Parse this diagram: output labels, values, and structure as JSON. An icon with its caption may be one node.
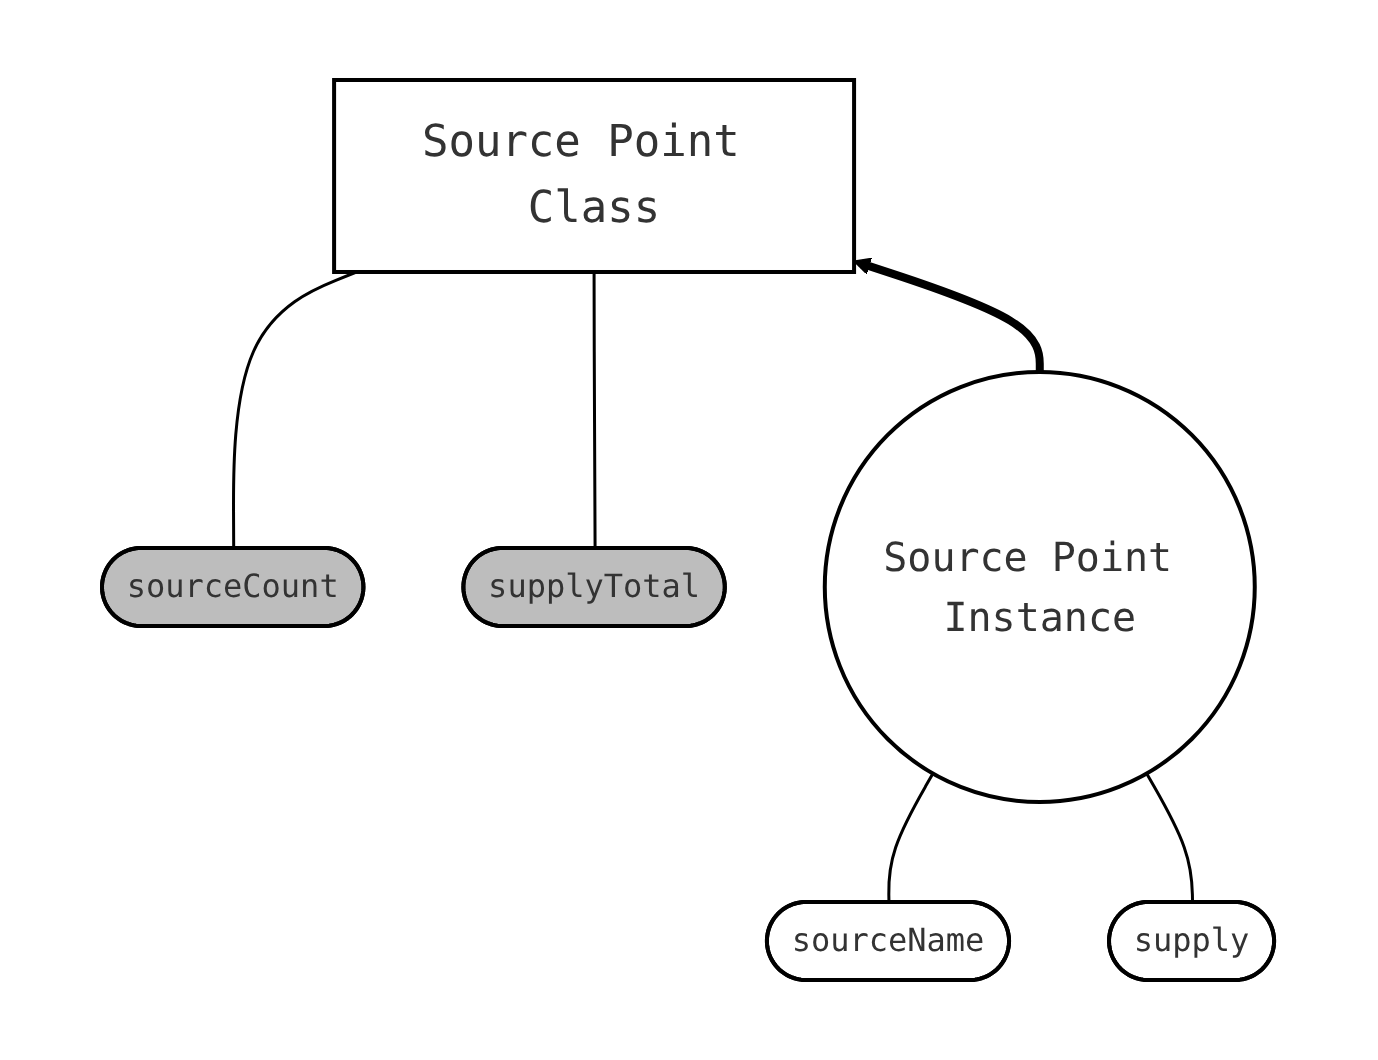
{
  "diagram": {
    "nodes": [
      {
        "text": [
          "Source Point Class"
        ]
      },
      {
        "text": [
          "sourceCount"
        ]
      },
      {
        "text": [
          "supplyTotal"
        ]
      },
      {
        "text": [
          "Source Point Instance"
        ]
      },
      {
        "text": [
          "sourceName"
        ]
      },
      {
        "text": [
          "supply"
        ]
      }
    ],
    "edges": [
      {
        "from": 0,
        "to": 1,
        "arrow": "none"
      },
      {
        "from": 0,
        "to": 2,
        "arrow": "none"
      },
      {
        "from": 3,
        "to": 0,
        "arrow": "to",
        "style": "thick"
      },
      {
        "from": 3,
        "to": 4,
        "arrow": "none"
      },
      {
        "from": 3,
        "to": 5,
        "arrow": "none"
      }
    ]
  }
}
